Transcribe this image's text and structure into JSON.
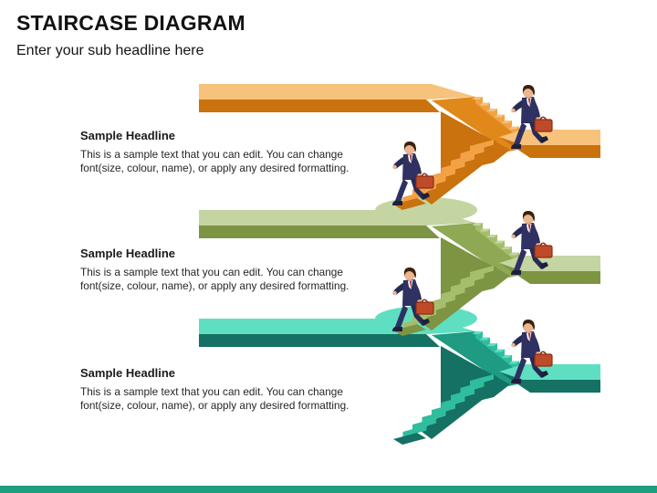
{
  "slide": {
    "title": "STAIRCASE DIAGRAM",
    "subtitle": "Enter your sub headline here"
  },
  "sections": [
    {
      "headline": "Sample Headline",
      "body": "This is a sample text that you can edit. You can change\nfont(size, colour, name), or apply any desired formatting."
    },
    {
      "headline": "Sample Headline",
      "body": "This is a sample text that you can edit. You can change\nfont(size, colour, name), or apply any desired formatting."
    },
    {
      "headline": "Sample Headline",
      "body": "This is a sample text that you can edit. You can change\nfont(size, colour, name), or apply any desired formatting."
    }
  ],
  "staircase": {
    "tiers": [
      {
        "name": "orange",
        "light": "#F6C27C",
        "mid": "#F2A144",
        "stringer": "#E1881B",
        "dark": "#C9720E",
        "mound": false,
        "lower_man": true,
        "landing_man": true
      },
      {
        "name": "green",
        "light": "#C5D5A2",
        "mid": "#A5BE6B",
        "stringer": "#8FA854",
        "dark": "#7D9443",
        "mound": true,
        "lower_man": true,
        "landing_man": true
      },
      {
        "name": "teal",
        "light": "#5FDFC1",
        "mid": "#2FBD9E",
        "stringer": "#1E9B82",
        "dark": "#147163",
        "mound": true,
        "lower_man": false,
        "landing_man": true
      }
    ],
    "man": {
      "suit": "#2E3161",
      "suit_dark": "#262A55",
      "skin": "#EBB68F",
      "hair": "#38220F",
      "shirt": "#FFFFFF",
      "tie": "#C0392B",
      "shoe": "#1C1F3E",
      "case": "#BF4A2A",
      "case_dark": "#8C2F14"
    }
  },
  "footer": {
    "accent_bar_color": "#1D9E7D"
  }
}
